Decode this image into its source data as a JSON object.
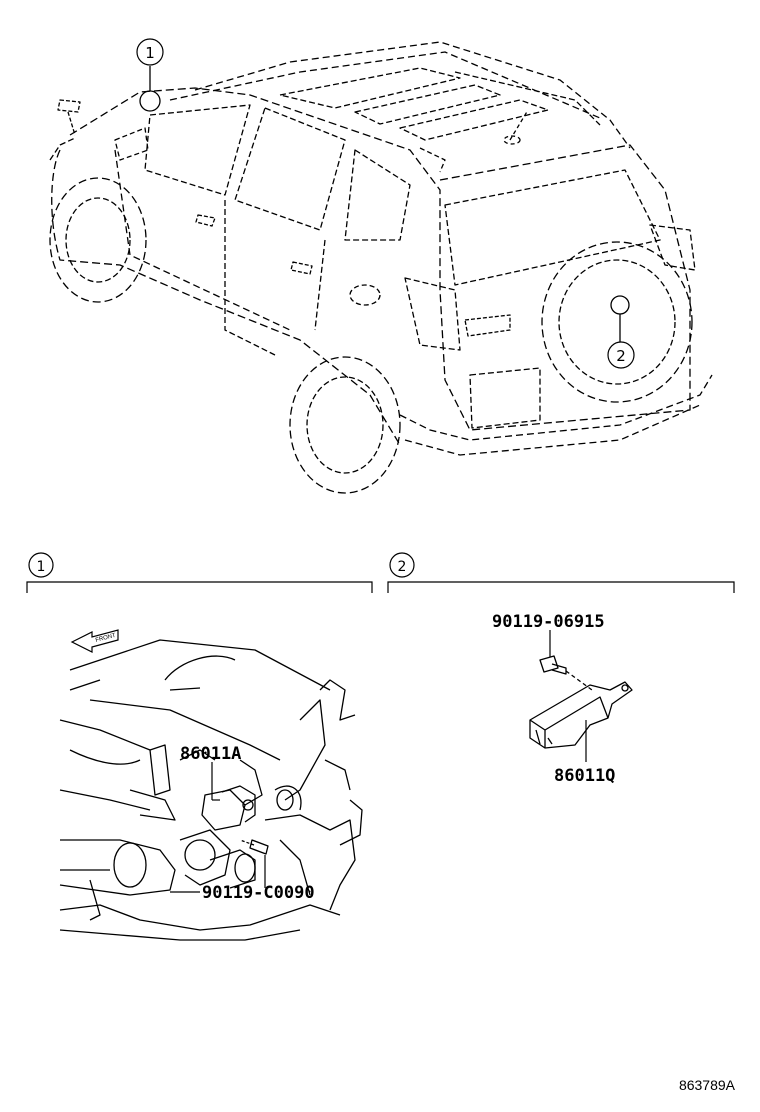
{
  "callouts": {
    "c1_top": "1",
    "c2_top": "2",
    "section1": "1",
    "section2": "2"
  },
  "parts": {
    "p86011A": "86011A",
    "p90119C0090": "90119-C0090",
    "p9011906915": "90119-06915",
    "p86011Q": "86011Q"
  },
  "front_arrow": "FRONT",
  "reference": "863789A",
  "colors": {
    "line": "#000000",
    "background": "#ffffff"
  }
}
